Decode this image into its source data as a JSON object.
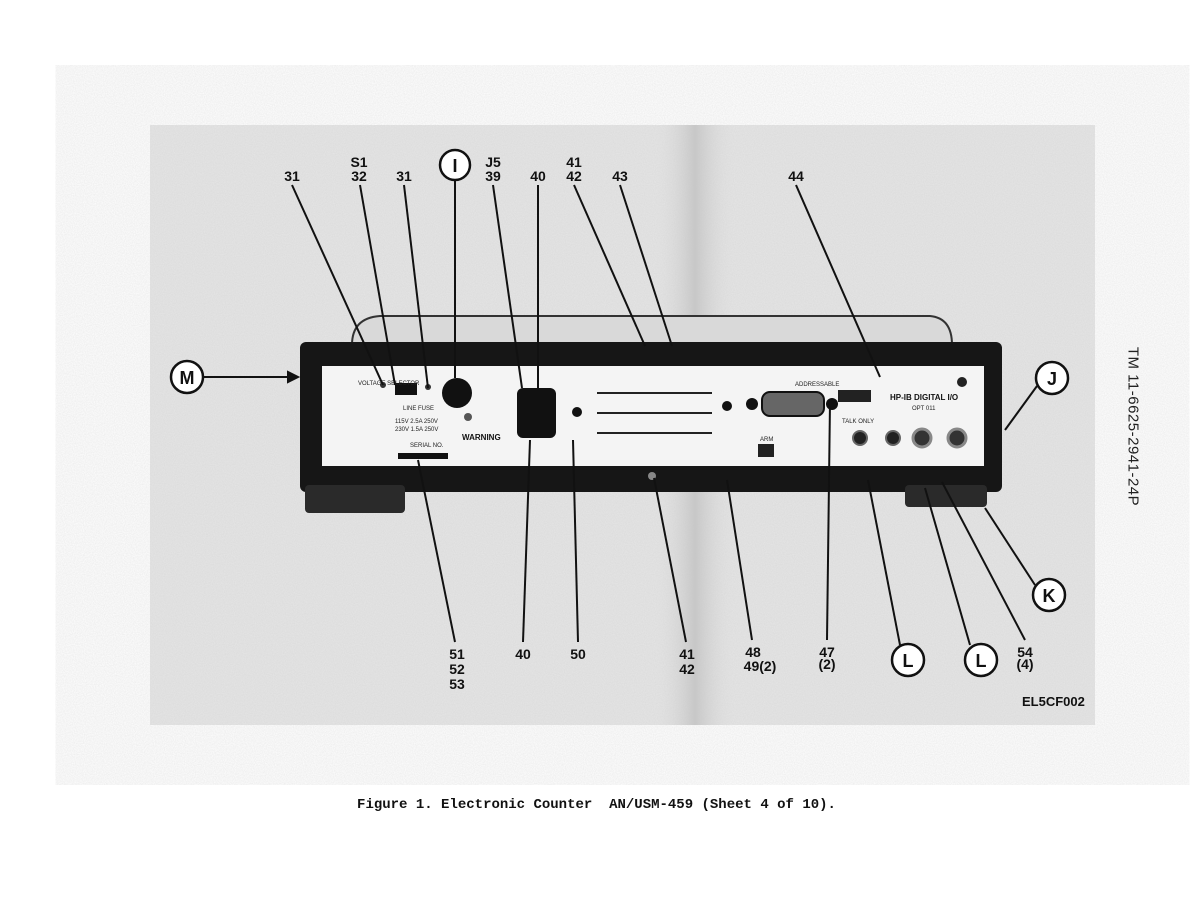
{
  "figure": {
    "caption": "Figure 1. Electronic Counter  AN/USM-459 (Sheet 4 of 10).",
    "figure_id": "EL5CF002",
    "doc_number": "TM 11-6625-2941-24P"
  },
  "callouts_top": [
    "31",
    "S1",
    "32",
    "31",
    "J5",
    "39",
    "40",
    "41",
    "42",
    "43",
    "44"
  ],
  "callouts_bottom": [
    "51",
    "52",
    "53",
    "40",
    "50",
    "41",
    "42",
    "48",
    "49(2)",
    "47",
    "(2)",
    "54",
    "(4)"
  ],
  "circled_refs": {
    "I": "I",
    "M": "M",
    "J": "J",
    "K": "K",
    "L1": "L",
    "L2": "L"
  },
  "panel_text": {
    "voltage_selector": "VOLTAGE SELECTOR",
    "line_fuse": "LINE FUSE",
    "fuse_rating_1": "115V 2.5A  250V",
    "fuse_rating_2": "230V 1.5A  250V",
    "serial_no": "SERIAL NO.",
    "warning": "WARNING",
    "addressable": "ADDRESSABLE",
    "hpib": "HP-IB DIGITAL I/O",
    "opt": "OPT 011",
    "talk_only": "TALK ONLY",
    "arm": "ARM"
  }
}
